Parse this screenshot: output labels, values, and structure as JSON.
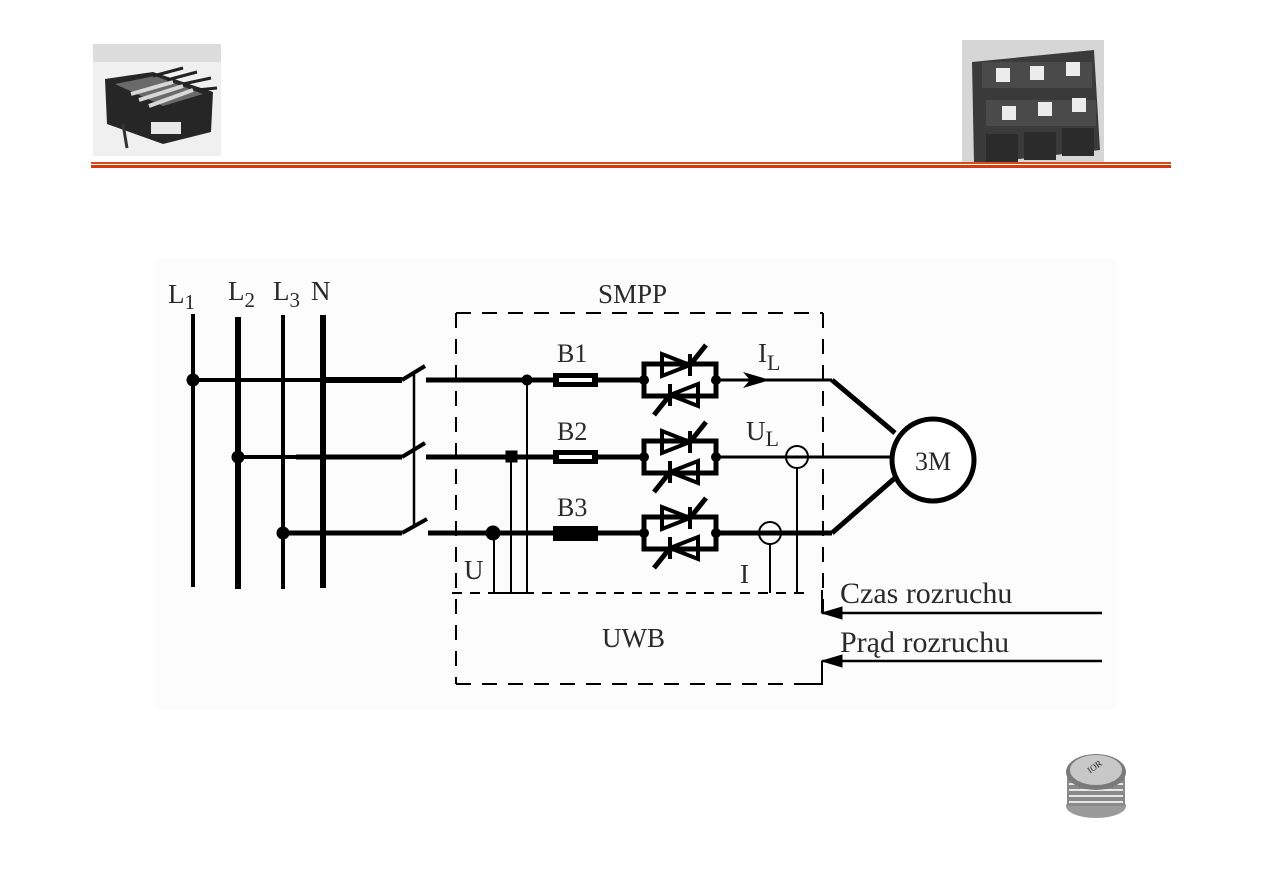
{
  "header": {
    "rule_color": "#d43a0a",
    "images": [
      {
        "name": "thyristor-module-photo-left",
        "description": "power semiconductor module with heatsink"
      },
      {
        "name": "igbt-module-photo-right",
        "description": "six-terminal power module"
      }
    ]
  },
  "diagram": {
    "title": "SMPP",
    "bus_labels": [
      {
        "main": "L",
        "sub": "1"
      },
      {
        "main": "L",
        "sub": "2"
      },
      {
        "main": "L",
        "sub": "3"
      },
      {
        "main": "N",
        "sub": ""
      }
    ],
    "fuses": [
      "B1",
      "B2",
      "B3"
    ],
    "current_label": {
      "main": "I",
      "sub": "L"
    },
    "voltage_label": {
      "main": "U",
      "sub": "L"
    },
    "sense_voltage_label": "U",
    "sense_current_label": "I",
    "control_unit_label": "UWB",
    "motor_label": "3M",
    "inputs": [
      "Czas rozruchu",
      "Prąd rozruchu"
    ]
  },
  "footer": {
    "images": [
      {
        "name": "disc-thyristor-photo",
        "description": "press-pack disc thyristor"
      }
    ]
  }
}
